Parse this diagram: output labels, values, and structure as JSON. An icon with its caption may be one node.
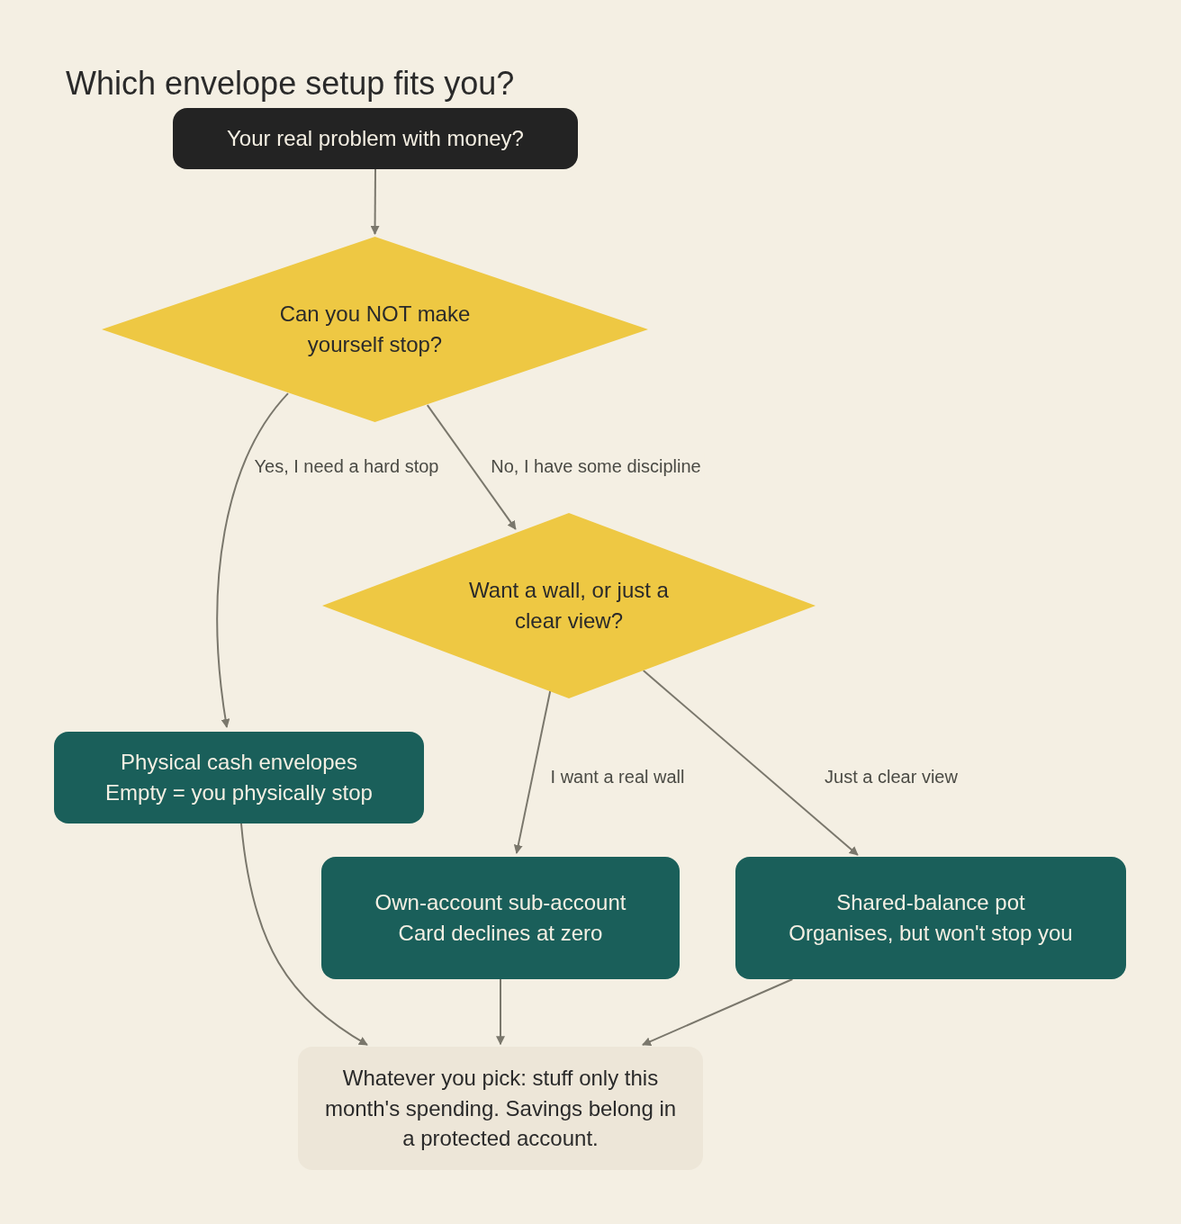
{
  "diagram": {
    "title": "Which envelope setup fits you?",
    "nodes": [
      {
        "text": [
          "Your real problem with money?"
        ]
      },
      {
        "text": [
          "Can you NOT make yourself stop?"
        ]
      },
      {
        "text": [
          "Want a wall, or just a clear view?"
        ]
      },
      {
        "text": [
          "Physical cash envelopes",
          "Empty = you physically stop"
        ]
      },
      {
        "text": [
          "Own-account sub-account",
          "Card declines at zero"
        ]
      },
      {
        "text": [
          "Shared-balance pot",
          "Organises, but won't stop you"
        ]
      },
      {
        "text": [
          "Whatever you pick: stuff only this month's spending. Savings belong in a protected account."
        ]
      }
    ],
    "edges": [
      {
        "from": 0,
        "to": 1,
        "arrow": "to"
      },
      {
        "from": 1,
        "to": 3,
        "arrow": "to",
        "label": "Yes, I need a hard stop"
      },
      {
        "from": 1,
        "to": 2,
        "arrow": "to",
        "label": "No, I have some discipline"
      },
      {
        "from": 2,
        "to": 4,
        "arrow": "to",
        "label": "I want a real wall"
      },
      {
        "from": 2,
        "to": 5,
        "arrow": "to",
        "label": "Just a clear view"
      },
      {
        "from": 3,
        "to": 6,
        "arrow": "to"
      },
      {
        "from": 4,
        "to": 6,
        "arrow": "to"
      },
      {
        "from": 5,
        "to": 6,
        "arrow": "to"
      }
    ]
  }
}
